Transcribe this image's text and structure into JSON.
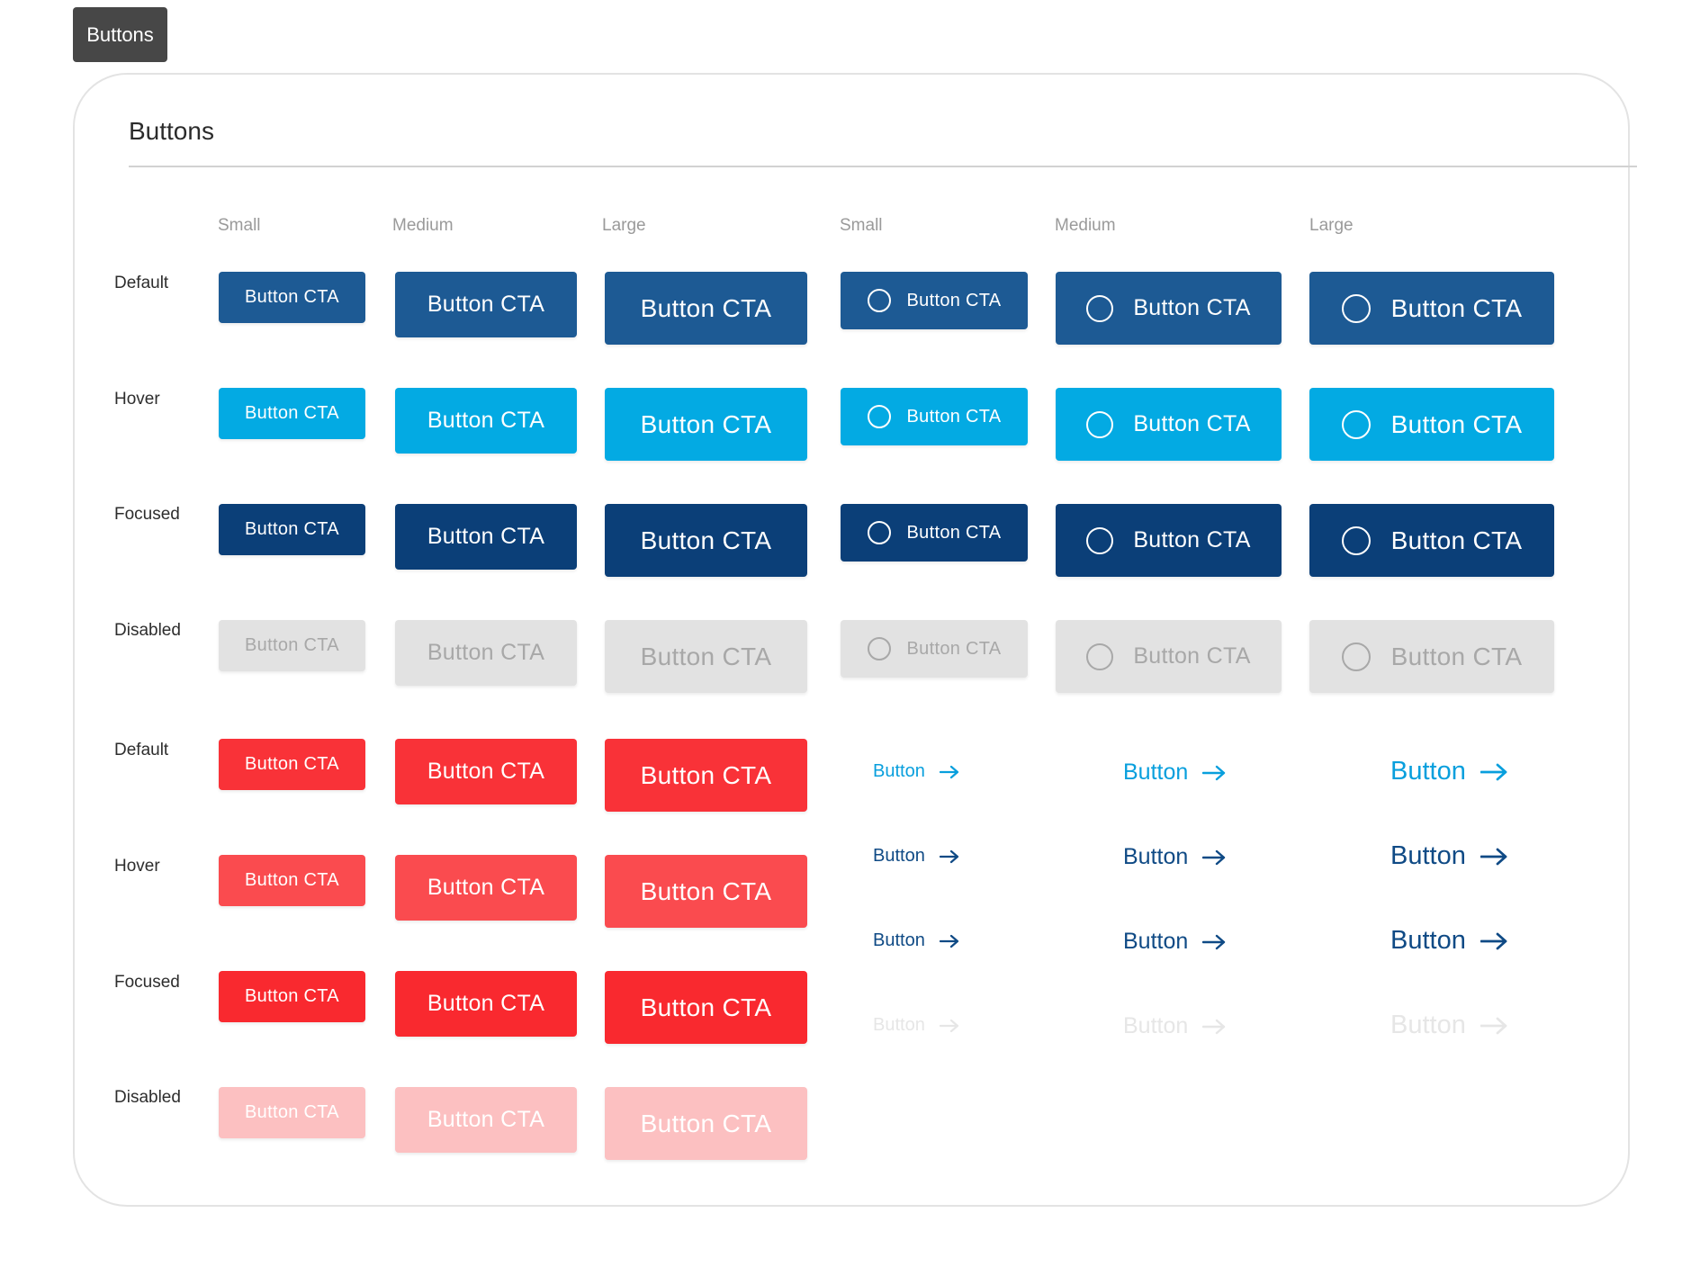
{
  "tag_label": "Buttons",
  "card_title": "Buttons",
  "columns": [
    "Small",
    "Medium",
    "Large",
    "Small",
    "Medium",
    "Large"
  ],
  "states": [
    "Default",
    "Hover",
    "Focused",
    "Disabled"
  ],
  "button_label": "Button CTA",
  "link_label": "Button",
  "colors": {
    "primary_default": "#1d5a94",
    "primary_hover": "#03aae3",
    "primary_focused": "#0b3f78",
    "disabled_bg": "#e2e2e2",
    "disabled_text": "#a8a8a8",
    "danger_default": "#f93238",
    "danger_hover": "#fa4b4f",
    "danger_focused": "#f9292f",
    "danger_disabled_bg": "#fcc0c1",
    "link_default": "#089fdd",
    "link_hover": "#0f4a85",
    "link_focused": "#0f4a85",
    "link_disabled": "#e6e6e6"
  }
}
